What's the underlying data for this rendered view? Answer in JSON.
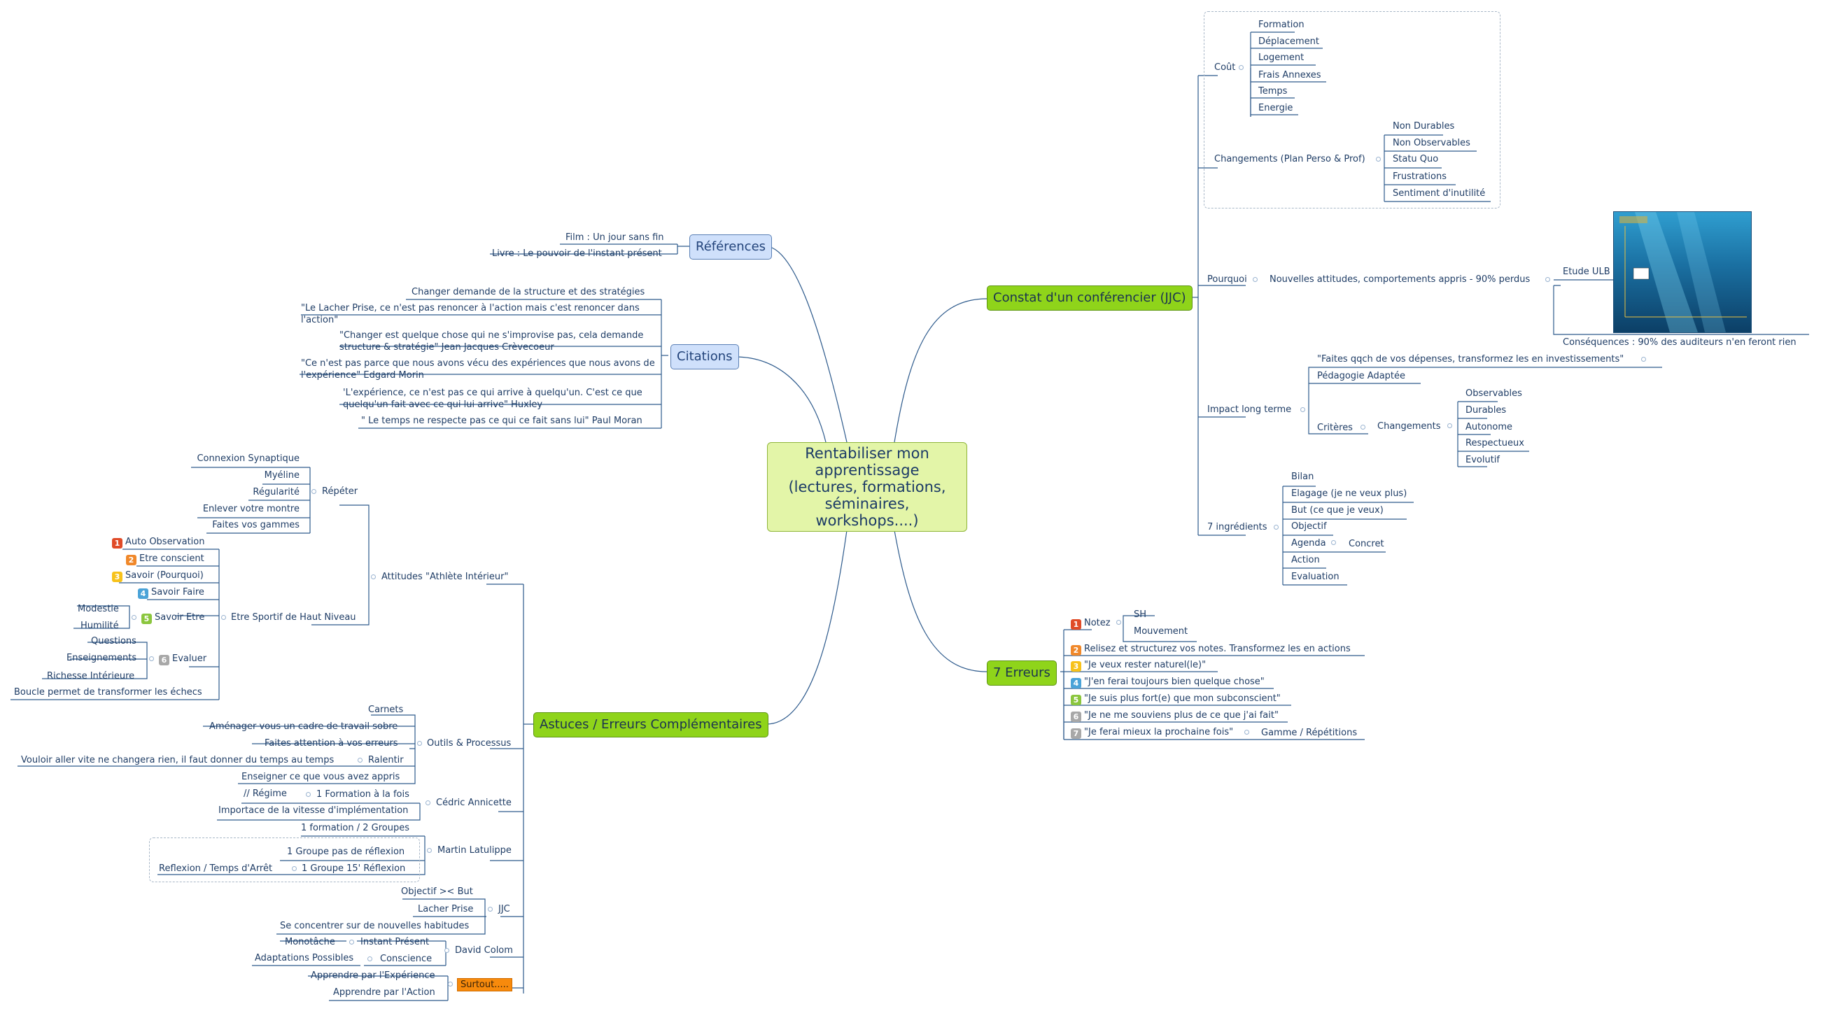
{
  "central": "Rentabiliser mon apprentissage (lectures, formations, séminaires, workshops....)",
  "references": {
    "title": "Références",
    "items": [
      "Film : Un jour sans fin",
      "Livre : Le pouvoir de l'instant présent"
    ]
  },
  "citations": {
    "title": "Citations",
    "items": [
      "Changer demande de la structure et des stratégies",
      "\"Le Lacher Prise, ce n'est pas renoncer à l'action mais c'est renoncer dans l'action\"",
      "\"Changer est quelque chose qui ne s'improvise pas, cela demande structure & stratégie\" Jean Jacques Crèvecoeur",
      "\"Ce n'est pas parce que nous avons vécu des expériences que nous avons de l'expérience\" Edgard Morin",
      "'L'expérience, ce n'est pas ce qui arrive à quelqu'un. C'est ce que quelqu'un fait avec ce qui lui arrive\" Huxley",
      "\" Le temps ne respecte pas ce qui ce fait sans lui\" Paul Moran"
    ]
  },
  "astuces": {
    "title": "Astuces / Erreurs  Complémentaires",
    "attitudes": "Attitudes \"Athlète Intérieur\"",
    "repeter": {
      "label": "Répéter",
      "items": [
        "Connexion Synaptique",
        "Myéline",
        "Régularité",
        "Enlever votre montre",
        "Faites vos gammes"
      ]
    },
    "sportif": {
      "label": "Etre Sportif de Haut Niveau",
      "items": [
        "Auto Observation",
        "Etre conscient",
        "Savoir (Pourquoi)",
        "Savoir Faire"
      ],
      "savoir_etre": "Savoir Etre",
      "savoir_etre_items": [
        "Modestie",
        "Humilité"
      ],
      "evaluer": "Evaluer",
      "evaluer_items": [
        "Questions",
        "Enseignements",
        "Richesse Intérieure"
      ],
      "boucle": "Boucle permet de transformer les échecs"
    },
    "outils": {
      "label": "Outils & Processus",
      "items": [
        "Carnets",
        "Aménager vous un cadre de travail sobre",
        "Faites attention à vos erreurs",
        "Enseigner ce que vous avez appris"
      ],
      "ralentir": "Ralentir",
      "ralentir_item": "Vouloir aller vite ne changera rien, il faut donner du temps au temps"
    },
    "cedric": {
      "label": "Cédric Annicette",
      "formation": "1 Formation à la fois",
      "regime": "//   Régime",
      "importance": "Importace de la vitesse d'implémentation"
    },
    "martin": {
      "label": "Martin Latulippe",
      "items": [
        "1 formation / 2 Groupes",
        "1 Groupe pas de réflexion",
        "1 Groupe 15' Réflexion"
      ],
      "reflexion": "Reflexion / Temps d'Arrêt"
    },
    "jjc": {
      "label": "JJC",
      "items": [
        "Objectif >< But",
        "Lacher Prise",
        "Se concentrer sur de nouvelles habitudes"
      ]
    },
    "david": {
      "label": "David Colom",
      "instant": "Instant Présent",
      "monotache": "Monotâche",
      "conscience": "Conscience",
      "adaptations": "Adaptations Possibles"
    },
    "surtout": {
      "label": "Surtout.....",
      "items": [
        "Apprendre par l'Expérience",
        "Apprendre par l'Action"
      ]
    }
  },
  "constat": {
    "title": "Constat d'un conférencier (JJC)",
    "cout": {
      "label": "Coût",
      "items": [
        "Formation",
        "Déplacement",
        "Logement",
        "Frais Annexes",
        "Temps",
        "Energie"
      ]
    },
    "changements": {
      "label": "Changements (Plan Perso & Prof)",
      "items": [
        "Non Durables",
        "Non Observables",
        "Statu Quo",
        "Frustrations",
        "Sentiment d'inutilité"
      ]
    },
    "pourquoi": {
      "label": "Pourquoi",
      "nouvelles": "Nouvelles attitudes, comportements appris - 90% perdus",
      "etude": "Etude ULB",
      "consequences": "Conséquences : 90% des auditeurs n'en feront rien"
    },
    "impact": {
      "label": "Impact long terme",
      "faites": "\"Faites qqch de vos dépenses, transformez les en investissements\"",
      "pedagogie": "Pédagogie Adaptée",
      "criteres": "Critères",
      "changements": "Changements",
      "items": [
        "Observables",
        "Durables",
        "Autonome",
        "Respectueux",
        "Evolutif"
      ]
    },
    "ingredients": {
      "label": "7 ingrédients",
      "items": [
        "Bilan",
        "Elagage (je ne veux plus)",
        "But (ce que je veux)",
        "Objectif",
        "Agenda",
        "Action",
        "Evaluation"
      ],
      "concret": "Concret"
    }
  },
  "erreurs": {
    "title": "7 Erreurs",
    "notez": "Notez",
    "notez_items": [
      "SH",
      "Mouvement"
    ],
    "items": [
      "Relisez et structurez vos notes. Transformez les en actions",
      "\"Je veux rester naturel(le)\"",
      "\"J'en ferai toujours bien quelque chose\"",
      "\"Je suis plus fort(e) que mon subconscient\"",
      "\"Je ne me souviens plus de ce que j'ai fait\"",
      "\"Je ferai mieux la prochaine fois\""
    ],
    "gamme": "Gamme / Répétitions"
  },
  "badges": [
    "1",
    "2",
    "3",
    "4",
    "5",
    "6",
    "7"
  ],
  "colors": {
    "line": "#2d5a8c",
    "branch": "#3d6e9c",
    "main_green": "#8fd41a",
    "central_fill": "#e3f5a8",
    "blue_topic": "#cfe0fb",
    "badge_1": "#e04b28",
    "badge_2": "#f0882a",
    "badge_3": "#f7c21b",
    "badge_4": "#4aa3d8",
    "badge_5": "#8bc63e",
    "badge_6": "#a8a8a8",
    "badge_7": "#a8a8a8",
    "surtout": "#f78a0c"
  }
}
